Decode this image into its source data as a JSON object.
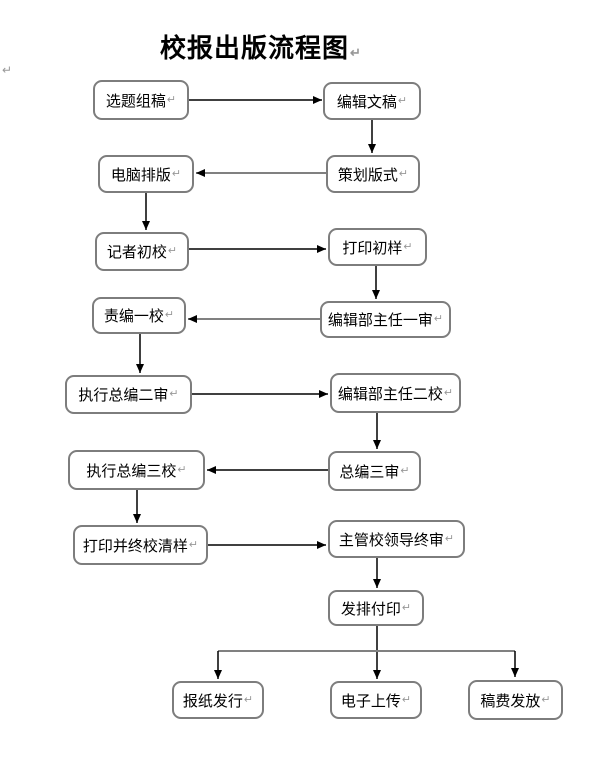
{
  "page": {
    "title": "校报出版流程图"
  },
  "marks": {
    "pilcrow": "↵"
  },
  "colors": {
    "box_border": "#7d7d7d",
    "connector_black": "#000000",
    "connector_gray": "#808080",
    "text": "#000000",
    "background": "#ffffff"
  },
  "nodes": [
    {
      "id": "topic-selection",
      "label": "选题组稿"
    },
    {
      "id": "edit-manuscript",
      "label": "编辑文稿"
    },
    {
      "id": "computer-typesetting",
      "label": "电脑排版"
    },
    {
      "id": "layout-planning",
      "label": "策划版式"
    },
    {
      "id": "reporter-first-proof",
      "label": "记者初校"
    },
    {
      "id": "print-first-sample",
      "label": "打印初样"
    },
    {
      "id": "editor-first-proof",
      "label": "责编一校"
    },
    {
      "id": "dept-director-first-review",
      "label": "编辑部主任一审"
    },
    {
      "id": "executive-editor-second-review",
      "label": "执行总编二审"
    },
    {
      "id": "dept-director-second-proof",
      "label": "编辑部主任二校"
    },
    {
      "id": "executive-editor-third-proof",
      "label": "执行总编三校"
    },
    {
      "id": "chief-editor-third-review",
      "label": "总编三审"
    },
    {
      "id": "print-final-proof",
      "label": "打印并终校清样"
    },
    {
      "id": "school-leader-final-review",
      "label": "主管校领导终审"
    },
    {
      "id": "send-to-print",
      "label": "发排付印"
    },
    {
      "id": "newspaper-distribution",
      "label": "报纸发行"
    },
    {
      "id": "electronic-upload",
      "label": "电子上传"
    },
    {
      "id": "fee-payment",
      "label": "稿费发放"
    }
  ],
  "flow": {
    "edges": [
      "选题组稿 → 编辑文稿",
      "编辑文稿 → 策划版式",
      "策划版式 → 电脑排版",
      "电脑排版 → 记者初校",
      "记者初校 → 打印初样",
      "打印初样 → 编辑部主任一审",
      "编辑部主任一审 → 责编一校",
      "责编一校 → 执行总编二审",
      "执行总编二审 → 编辑部主任二校",
      "编辑部主任二校 → 总编三审",
      "总编三审 → 执行总编三校",
      "执行总编三校 → 打印并终校清样",
      "打印并终校清样 → 主管校领导终审",
      "主管校领导终审 → 发排付印",
      "发排付印 → 报纸发行",
      "发排付印 → 电子上传",
      "发排付印 → 稿费发放"
    ]
  }
}
